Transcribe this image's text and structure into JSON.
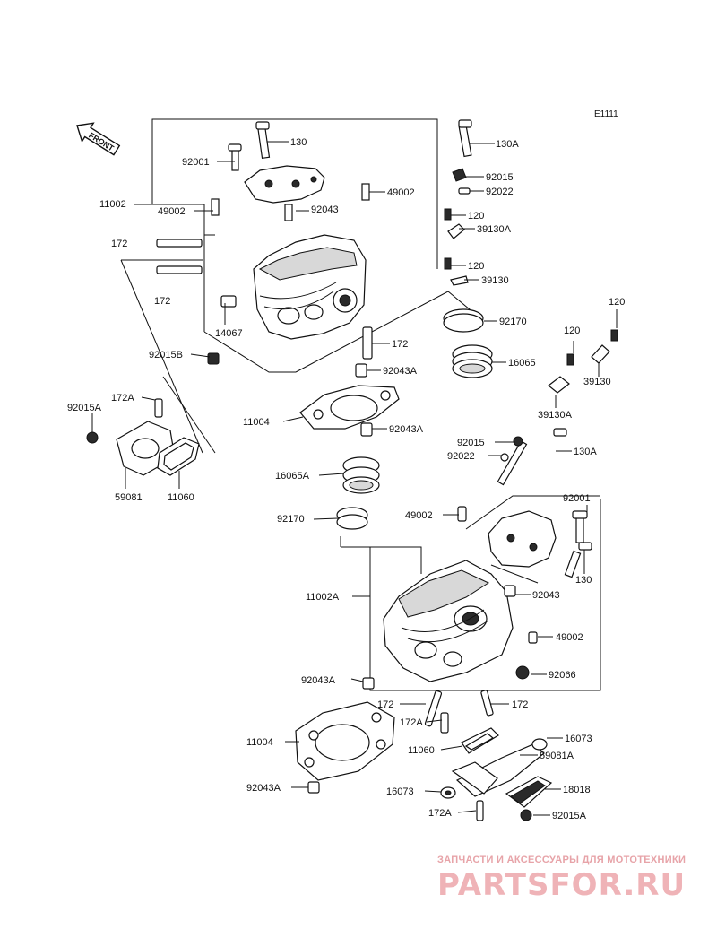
{
  "diagram_code": "E1111",
  "front_arrow_label": "FRONT",
  "labels": {
    "l130_top": "130",
    "l130A_top": "130A",
    "l92001_top": "92001",
    "l92015_top": "92015",
    "l92022_top": "92022",
    "l11002": "11002",
    "l49002_left": "49002",
    "l92043_top": "92043",
    "l49002_right": "49002",
    "l120_a": "120",
    "l39130A_top": "39130A",
    "l172_a": "172",
    "l120_b": "120",
    "l39130_top": "39130",
    "l172_b": "172",
    "l92170_top": "92170",
    "l120_c": "120",
    "l120_d": "120",
    "l14067": "14067",
    "l172_c": "172",
    "l16065": "16065",
    "l39130_right": "39130",
    "l92015B": "92015B",
    "l92043A_a": "92043A",
    "l172A_left": "172A",
    "l39130A_right": "39130A",
    "l92015A_left": "92015A",
    "l11004_top": "11004",
    "l92043A_b": "92043A",
    "l92015_mid": "92015",
    "l130A_mid": "130A",
    "l92022_mid": "92022",
    "l59081": "59081",
    "l11060_left": "11060",
    "l16065A": "16065A",
    "l92001_mid": "92001",
    "l49002_mid": "49002",
    "l92170_mid": "92170",
    "l11002A": "11002A",
    "l92043_mid": "92043",
    "l130_mid": "130",
    "l49002_low": "49002",
    "l92043A_c": "92043A",
    "l92066": "92066",
    "l172_d": "172",
    "l172_e": "172",
    "l172A_mid": "172A",
    "l11060_low": "11060",
    "l16073_right": "16073",
    "l11004_low": "11004",
    "l59081A": "59081A",
    "l92043A_d": "92043A",
    "l16073_left": "16073",
    "l18018": "18018",
    "l172A_low": "172A",
    "l92015A_low": "92015A"
  },
  "watermark": {
    "tagline": "ЗАПЧАСТИ И АКСЕССУАРЫ ДЛЯ МОТОТЕХНИКИ",
    "brand": "PARTSFOR.RU"
  }
}
